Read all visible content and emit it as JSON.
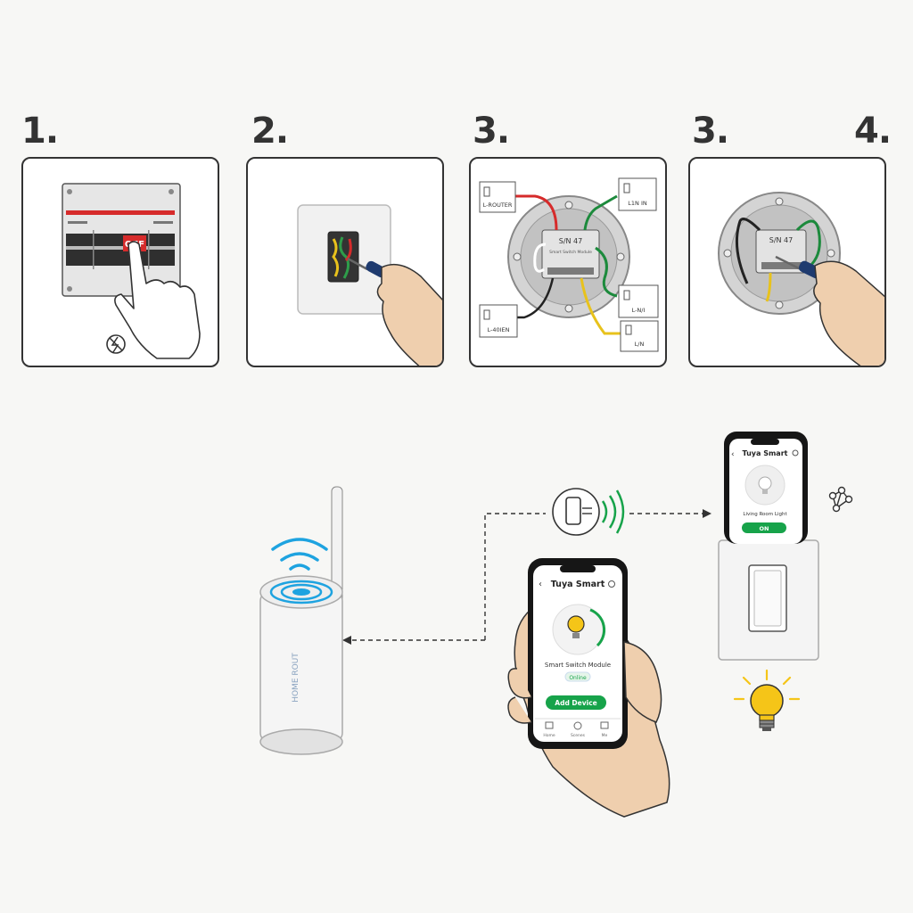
{
  "steps": {
    "s1": "1.",
    "s2": "2.",
    "s3a": "3.",
    "s3b": "3.",
    "s4": "4."
  },
  "panel1": {
    "breaker_label": "OFF"
  },
  "panel3": {
    "module_label": "S/N 47",
    "module_sub": "Smart Switch Module",
    "labels": [
      "L-ROUTER",
      "L1N IN",
      "L-40IEN",
      "L-N/I",
      "L/N"
    ]
  },
  "panel4": {
    "module_label": "S/N 47"
  },
  "router": {
    "brand_text": "HOME ROUT"
  },
  "phone_main": {
    "app_title": "Tuya Smart",
    "device_name": "Smart Switch Module",
    "status_chip": "Online",
    "add_button": "Add Device",
    "nav": [
      "Home",
      "Scenes",
      "Me"
    ]
  },
  "phone_top": {
    "app_title": "Tuya Smart",
    "device_name": "Living Room Light",
    "on_button": "ON"
  },
  "colors": {
    "accent_green": "#17a34a",
    "wifi_blue": "#1ea3e0",
    "bulb_yellow": "#f5c518",
    "breaker_red": "#d62b2b"
  }
}
